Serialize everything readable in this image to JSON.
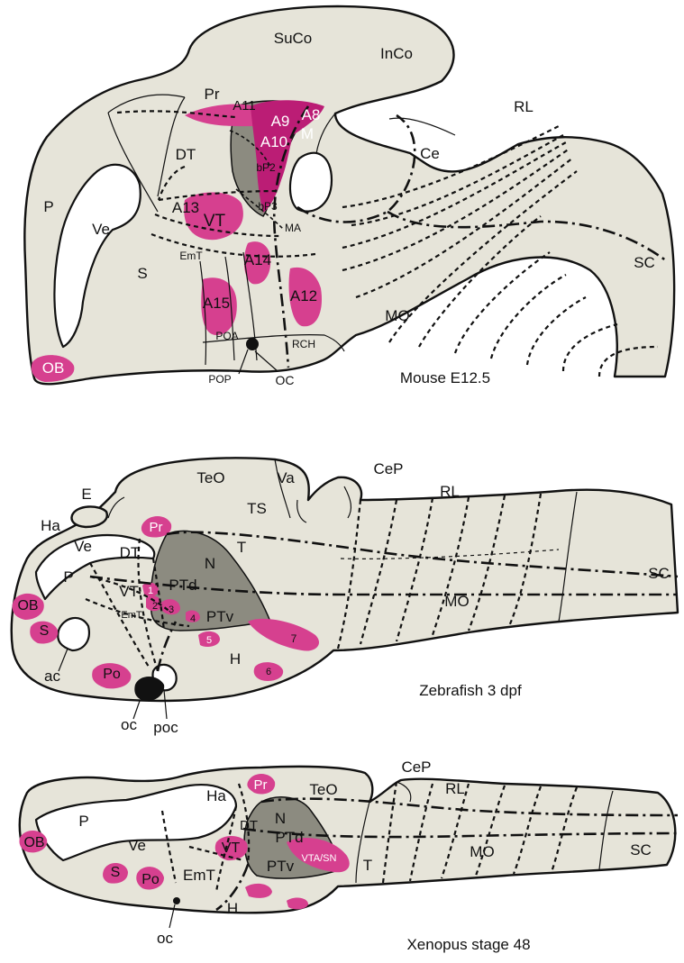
{
  "mouse": {
    "caption": "Mouse E12.5",
    "labels": {
      "suco": "SuCo",
      "inco": "InCo",
      "pr": "Pr",
      "a11": "A11",
      "a9": "A9",
      "a8": "A8",
      "a10": "A10",
      "m": "M",
      "rl": "RL",
      "dt": "DT",
      "ce": "Ce",
      "bp2": "bP2",
      "bp3": "bP3",
      "p": "P",
      "a13": "A13",
      "ve": "Ve",
      "vt": "VT",
      "ma": "MA",
      "emt": "EmT",
      "a14": "A14",
      "s": "S",
      "sc": "SC",
      "a15": "A15",
      "a12": "A12",
      "mo": "MO",
      "poa": "POA",
      "rch": "RCH",
      "ob": "OB",
      "pop": "POP",
      "oc": "OC"
    }
  },
  "zebrafish": {
    "caption": "Zebrafish 3 dpf",
    "labels": {
      "teo": "TeO",
      "va": "Va",
      "cep": "CeP",
      "rl": "RL",
      "e": "E",
      "ha": "Ha",
      "ts": "TS",
      "pr": "Pr",
      "ve": "Ve",
      "dt": "DT",
      "t": "T",
      "n": "N",
      "ptd": "PTd",
      "sc": "SC",
      "p": "P",
      "vt": "VT",
      "n1": "1",
      "n2": "2",
      "n3": "3",
      "n4": "4",
      "ptv": "PTv",
      "mo": "MO",
      "ob": "OB",
      "emt": "EmT",
      "n5": "5",
      "n7": "7",
      "s": "S",
      "h": "H",
      "n6": "6",
      "po": "Po",
      "ac": "ac",
      "oc": "oc",
      "poc": "poc"
    }
  },
  "xenopus": {
    "caption": "Xenopus stage 48",
    "labels": {
      "cep": "CeP",
      "ha": "Ha",
      "pr": "Pr",
      "teo": "TeO",
      "rl": "RL",
      "p": "P",
      "dt": "DT",
      "n": "N",
      "ptd": "PTd",
      "ob": "OB",
      "ve": "Ve",
      "vt": "VT",
      "t": "T",
      "mo": "MO",
      "sc": "SC",
      "s": "S",
      "po": "Po",
      "emt": "EmT",
      "ptv": "PTv",
      "vtasn": "VTA/SN",
      "h": "H",
      "oc": "oc"
    }
  },
  "colors": {
    "tissue": "#e6e4d9",
    "dopaminergic": "#d6408f",
    "dopaminergic_dense": "#bb1d75",
    "posterior_tuberculum": "#8c8b80"
  }
}
